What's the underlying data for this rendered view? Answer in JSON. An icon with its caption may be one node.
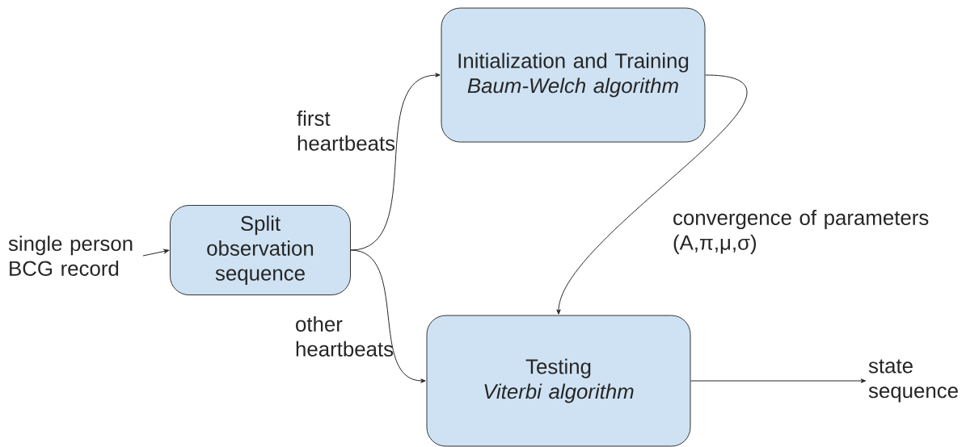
{
  "diagram": {
    "nodes": [
      {
        "text": [
          "single person BCG record"
        ]
      },
      {
        "text": [
          "Split observation sequence"
        ]
      },
      {
        "text": [
          "Initialization and Training",
          "Baum-Welch algorithm"
        ]
      },
      {
        "text": [
          "Testing",
          "Viterbi algorithm"
        ]
      },
      {
        "text": [
          "state sequence"
        ]
      }
    ],
    "edges": [
      {
        "from": 0,
        "to": 1,
        "arrow": "to"
      },
      {
        "from": 1,
        "to": 2,
        "arrow": "to",
        "label": "first heartbeats"
      },
      {
        "from": 1,
        "to": 3,
        "arrow": "to",
        "label": "other heartbeats"
      },
      {
        "from": 2,
        "to": 3,
        "arrow": "to",
        "label": "convergence of parameters (A,π,μ,σ)"
      },
      {
        "from": 3,
        "to": 4,
        "arrow": "to"
      }
    ]
  }
}
